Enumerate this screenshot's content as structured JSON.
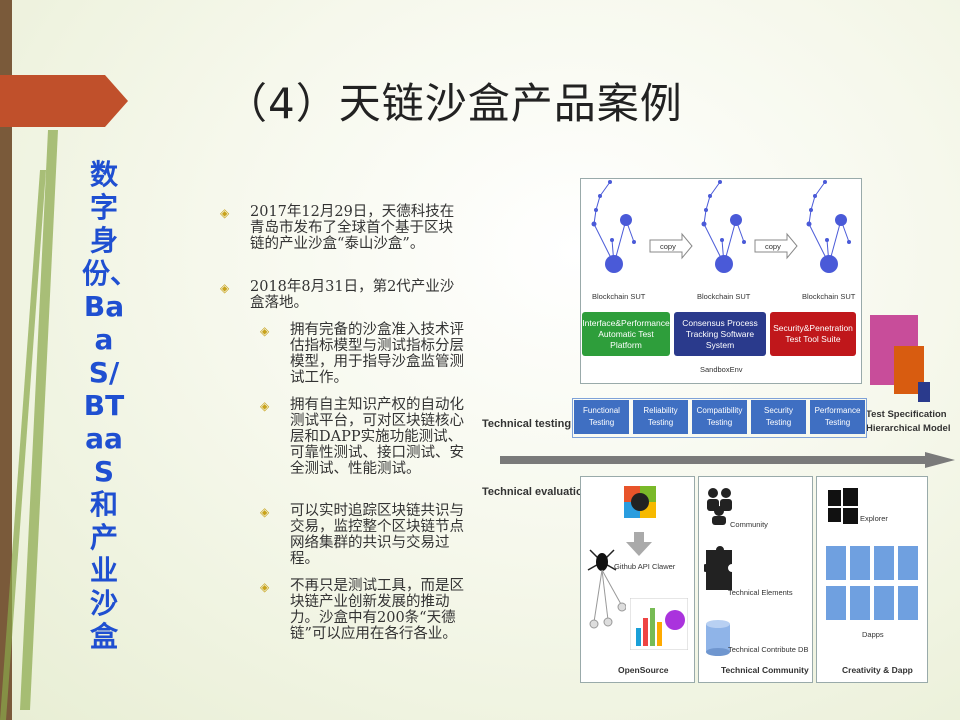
{
  "slide": {
    "title": "（4）天链沙盒产品案例",
    "side_title": "数字身份、 BaaS/BTaaS和产业沙盒",
    "bullets": [
      {
        "text": "2017年12月29日，天德科技在青岛市发布了全球首个基于区块链的产业沙盒“泰山沙盒”。"
      },
      {
        "text": "2018年8月31日，第2代产业沙盒落地。"
      }
    ],
    "sub_bullets": [
      {
        "text": "拥有完备的沙盒准入技术评估指标模型与测试指标分层模型，用于指导沙盒监管测试工作。"
      },
      {
        "text": "拥有自主知识产权的自动化测试平台，可对区块链核心层和DAPP实施功能测试、可靠性测试、接口测试、安全测试、性能测试。"
      },
      {
        "text": "可以实时追踪区块链共识与交易，监控整个区块链节点网络集群的共识与交易过程。"
      },
      {
        "text": "不再只是测试工具，而是区块链产业创新发展的推动力。沙盒中有200条“天德链”可以应用在各行各业。"
      }
    ]
  },
  "diagram": {
    "copy_label": "copy",
    "sut_label": "Blockchain SUT",
    "tools": [
      "Interface&Performance Automatic Test Platform",
      "Consensus Process Tracking Software System",
      "Security&Penetration Test Tool Suite"
    ],
    "sandbox_label": "SandboxEnv",
    "technical_testing": "Technical testing",
    "tests": [
      "Functional Testing",
      "Reliability Testing",
      "Compatibility Testing",
      "Security Testing",
      "Performance Testing"
    ],
    "spec_model": "Test Specification Hierarchical Model",
    "technical_evaluation": "Technical evaluation",
    "crawler": "Github API Clawer",
    "opensource": "OpenSource",
    "community": "Community",
    "tech_elements": "Technical Elements",
    "contribute_db": "Technical Contribute DB",
    "tech_community": "Technical Community",
    "explorer": "Explorer",
    "dapps": "Dapps",
    "creativity": "Creativity & Dapp"
  },
  "colors": {
    "accent": "#c0502b",
    "side": "#1f4fd1",
    "green": "#2e9e3b",
    "navy": "#2a3a8c",
    "red": "#c0171b",
    "blue": "#3f6fc2"
  }
}
